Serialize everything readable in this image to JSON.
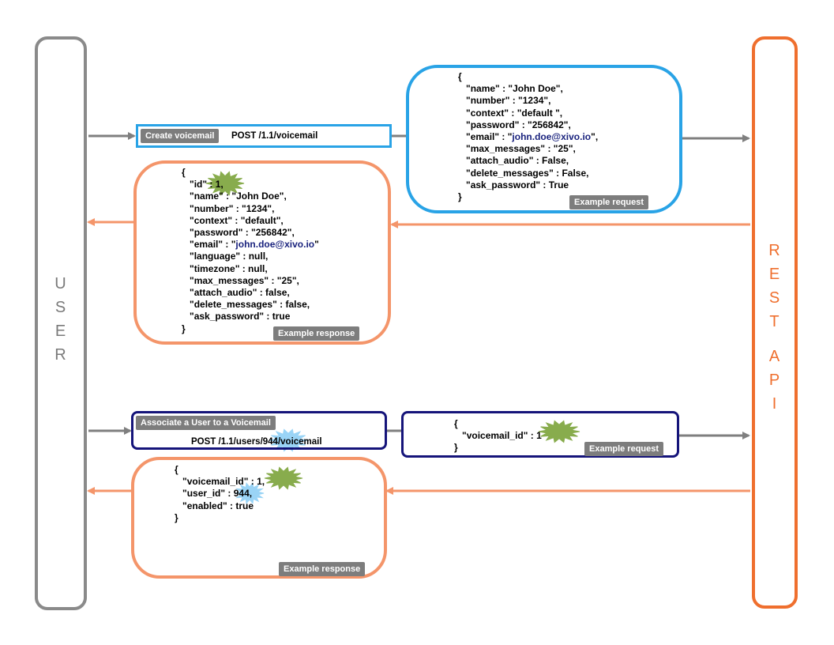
{
  "lanes": {
    "user": [
      "U",
      "S",
      "E",
      "R"
    ],
    "api": [
      "R",
      "E",
      "S",
      "T",
      "",
      "A",
      "P",
      "I"
    ]
  },
  "create_voicemail": {
    "action_label": "Create voicemail",
    "endpoint": "POST /1.1/voicemail",
    "request_tag": "Example request",
    "request_json": "{\n   \"name\" : \"John Doe\",\n   \"number\" : \"1234\",\n   \"context\" : \"default \",\n   \"password\" : \"256842\",\n   \"email\" : \"john.doe@xivo.io\",\n   \"max_messages\" : \"25\",\n   \"attach_audio\" : False,\n   \"delete_messages\" : False,\n   \"ask_password\" : True\n}",
    "response_tag": "Example response",
    "response_json": "{\n   \"id\" : 1,\n   \"name\" : \"John Doe\",\n   \"number\" : \"1234\",\n   \"context\" : \"default\",\n   \"password\" : \"256842\",\n   \"email\" : \"john.doe@xivo.io\"\n   \"language\" : null,\n   \"timezone\" : null,\n   \"max_messages\" : \"25\",\n   \"attach_audio\" : false,\n   \"delete_messages\" : false,\n   \"ask_password\" : true\n}"
  },
  "associate": {
    "action_label": "Associate a User to a Voicemail",
    "endpoint": "POST /1.1/users/944/voicemail",
    "request_tag": "Example request",
    "request_json": "{\n   \"voicemail_id\" : 1\n}",
    "response_tag": "Example response",
    "response_json": "{\n   \"voicemail_id\" : 1,\n   \"user_id\" : 944,\n   \"enabled\" : true\n}"
  },
  "colors": {
    "user_gray": "#8a8a8a",
    "api_orange": "#ef6f2e",
    "response_orange": "#f4956a",
    "request_blue": "#29a3e6",
    "dark_navy": "#15147a",
    "highlight_green": "#7ca33a",
    "highlight_blue": "#8fd0f5"
  }
}
